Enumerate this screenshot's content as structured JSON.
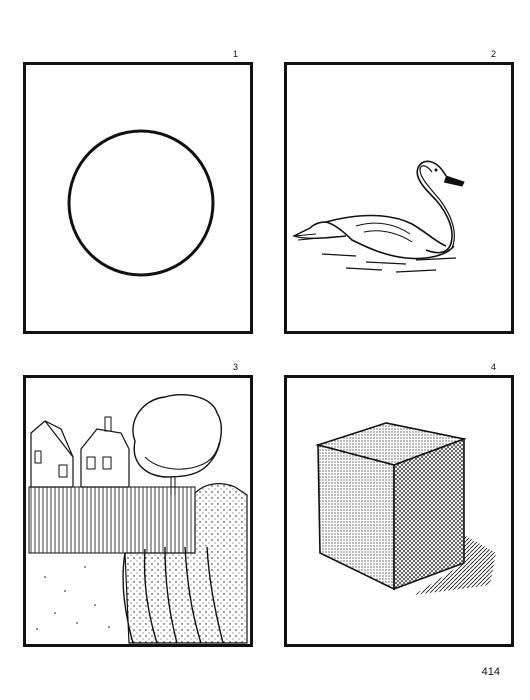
{
  "page": {
    "page_number": "414",
    "background": "#ffffff",
    "ink": "#111111"
  },
  "panels": [
    {
      "number": "1",
      "icon": "circle-icon"
    },
    {
      "number": "2",
      "icon": "swan-icon"
    },
    {
      "number": "3",
      "icon": "house-garden-icon"
    },
    {
      "number": "4",
      "icon": "cube-icon"
    }
  ]
}
